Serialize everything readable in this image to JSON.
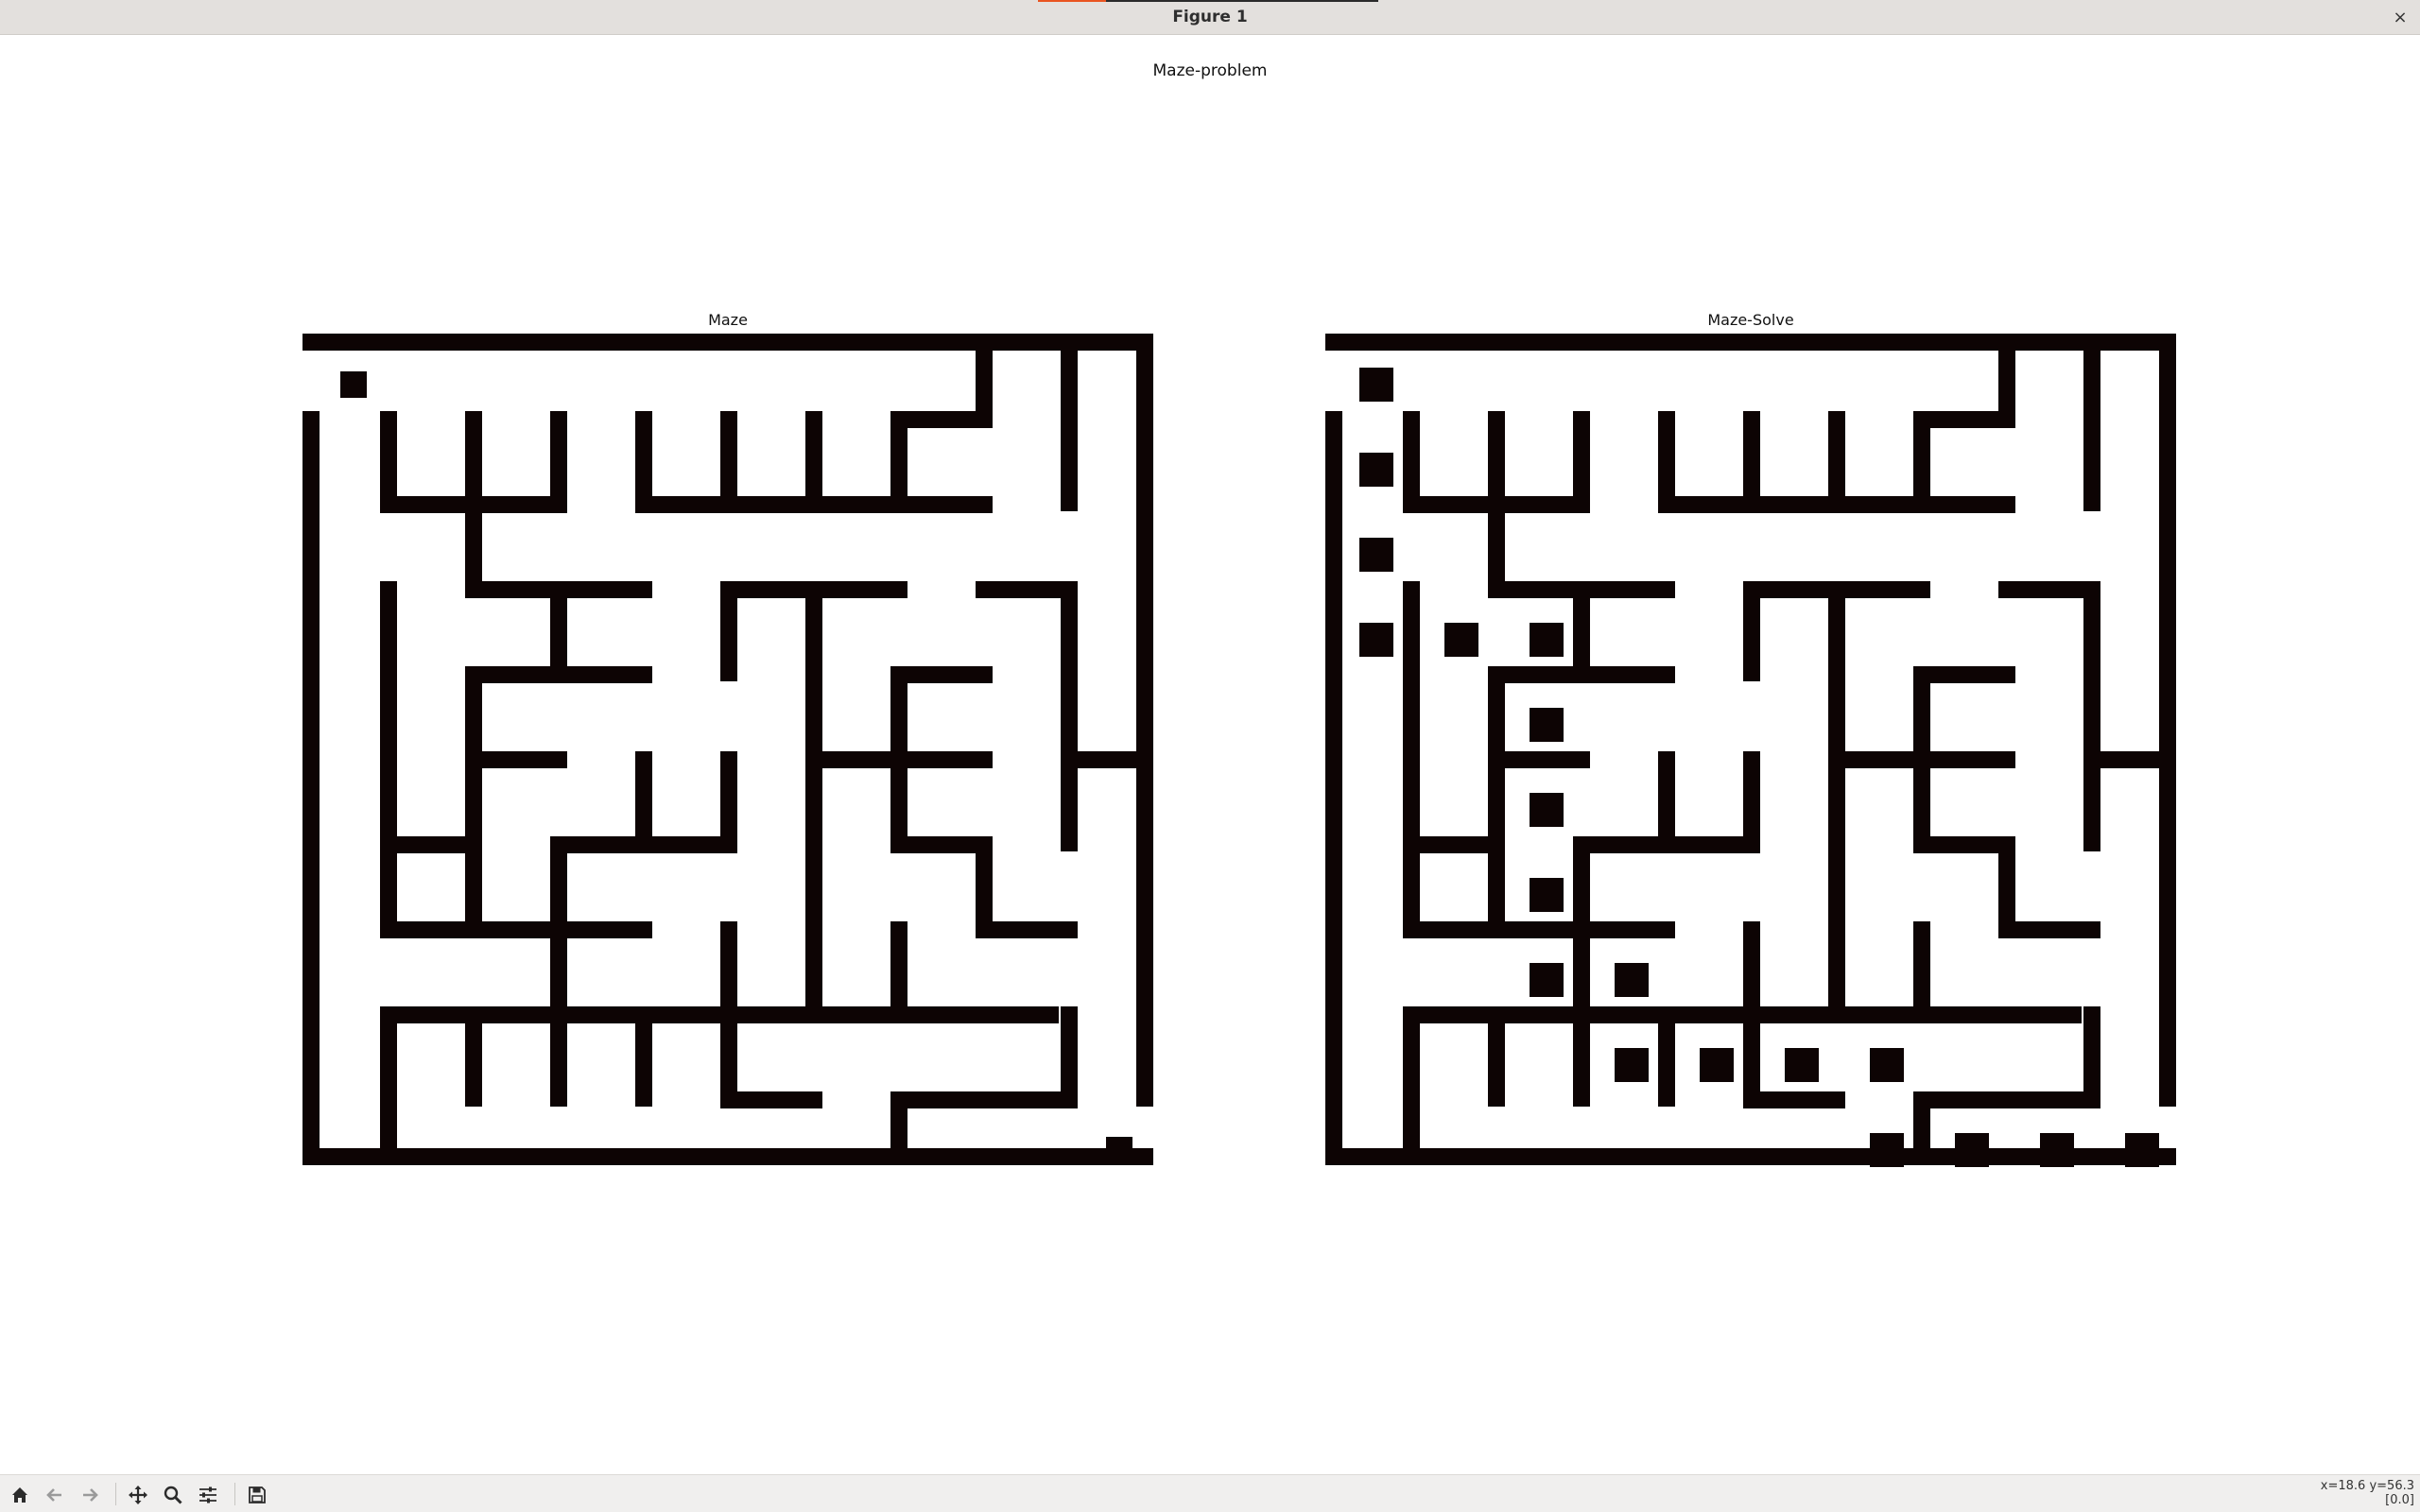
{
  "window": {
    "title": "Figure 1",
    "close_label": "×"
  },
  "figure": {
    "suptitle": "Maze-problem"
  },
  "axes": [
    {
      "title": "Maze"
    },
    {
      "title": "Maze-Solve"
    }
  ],
  "colors": {
    "wall": "#0d0404",
    "background": "#ffffff"
  },
  "chart_data": [
    {
      "type": "heatmap",
      "title": "Maze",
      "grid": "binary wall image, 10x10 cells",
      "start_cell": [
        0,
        0
      ],
      "end_cell": [
        9,
        9
      ]
    },
    {
      "type": "heatmap",
      "title": "Maze-Solve",
      "grid": "binary wall image with solution path markers",
      "path_cells": [
        [
          0,
          0
        ],
        [
          0,
          1
        ],
        [
          0,
          2
        ],
        [
          0,
          3
        ],
        [
          1,
          3
        ],
        [
          2,
          3
        ],
        [
          2,
          4
        ],
        [
          2,
          5
        ],
        [
          2,
          6
        ],
        [
          2,
          7
        ],
        [
          3,
          7
        ],
        [
          3,
          8
        ],
        [
          4,
          8
        ],
        [
          5,
          8
        ],
        [
          6,
          8
        ],
        [
          6,
          9
        ],
        [
          7,
          9
        ],
        [
          8,
          9
        ],
        [
          9,
          9
        ]
      ]
    }
  ],
  "toolbar": {
    "buttons": [
      {
        "name": "home-button",
        "icon": "home-icon"
      },
      {
        "name": "back-button",
        "icon": "back-arrow-icon"
      },
      {
        "name": "forward-button",
        "icon": "forward-arrow-icon"
      },
      {
        "name": "pan-button",
        "icon": "move-icon"
      },
      {
        "name": "zoom-button",
        "icon": "magnifier-icon"
      },
      {
        "name": "configure-subplots-button",
        "icon": "sliders-icon"
      },
      {
        "name": "save-button",
        "icon": "floppy-disk-icon"
      }
    ],
    "coords_line1": "x=18.6 y=56.3",
    "coords_line2": "[0.0]"
  }
}
